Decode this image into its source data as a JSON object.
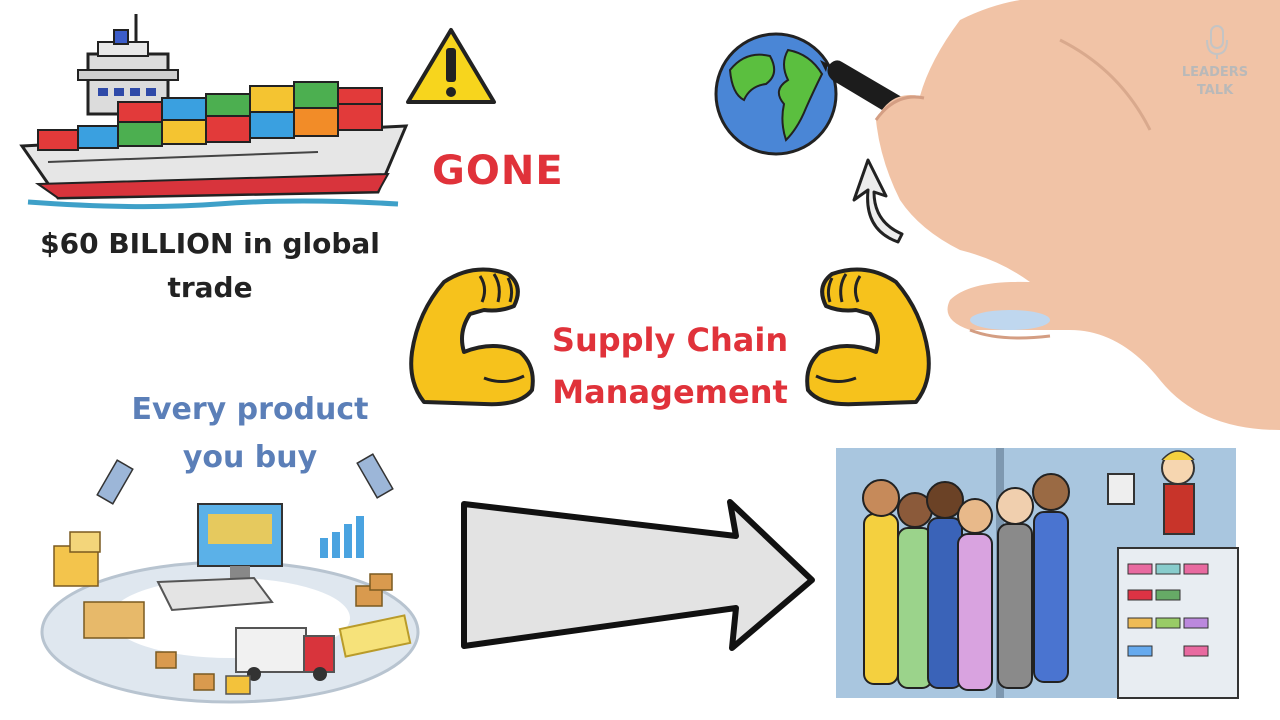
{
  "texts": {
    "trade_caption": "$60 BILLION in global trade",
    "gone": "GONE",
    "supply_chain": "Supply Chain Management",
    "every_product": "Every product you buy",
    "watermark": "LEADERS TALK"
  },
  "colors": {
    "accent_red": "#e0323a",
    "accent_blue": "#5b7fb8",
    "warning_yellow": "#f7d51d",
    "emoji_yellow": "#f6c21c",
    "arrow_gray": "#e3e3e3"
  },
  "icons": [
    "cargo-ship-illustration",
    "warning-icon",
    "globe-icon",
    "flexed-biceps-icon",
    "supply-chain-illustration",
    "right-arrow-icon",
    "shop-queue-illustration",
    "hand-with-marker",
    "microphone-icon"
  ]
}
